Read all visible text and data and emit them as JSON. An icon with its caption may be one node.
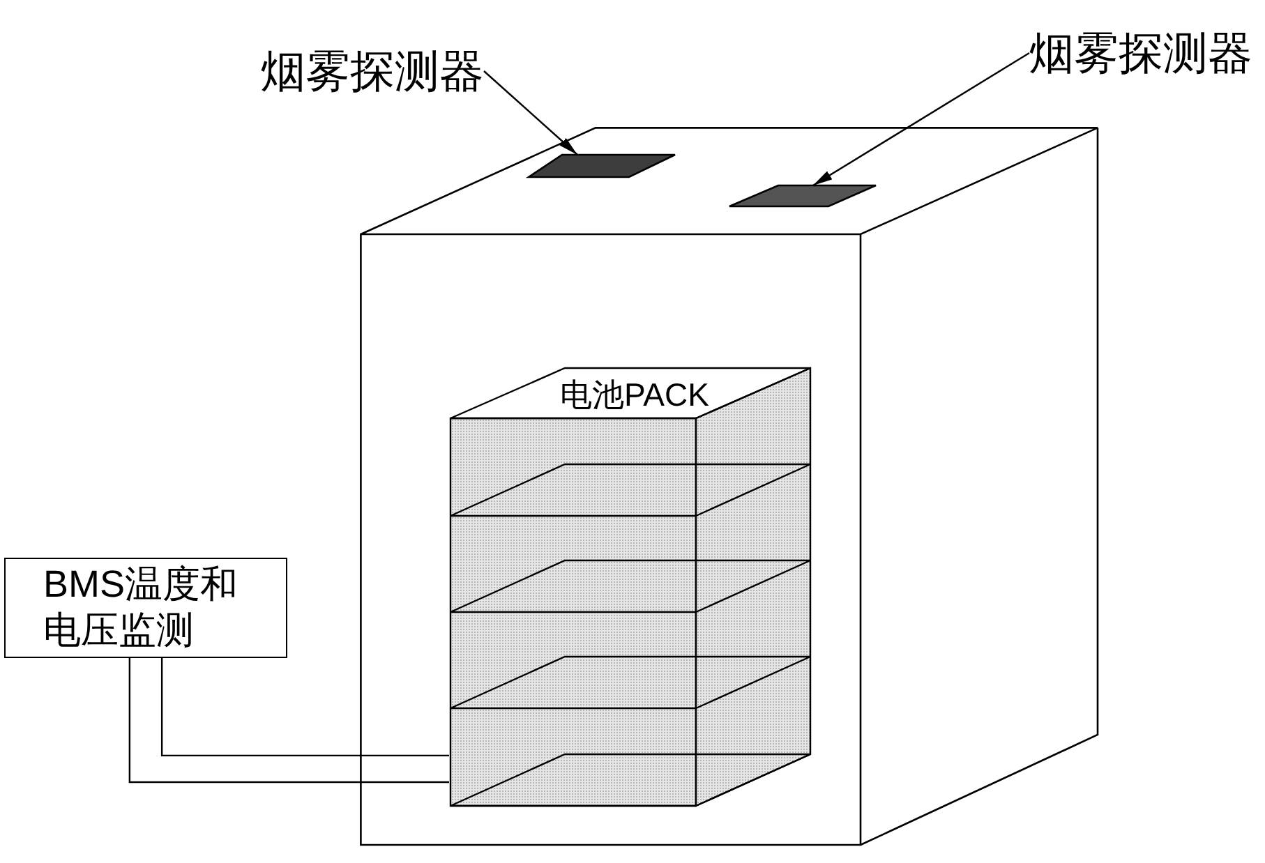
{
  "diagram": {
    "nodes": [
      {
        "text": [
          "烟雾探测器"
        ]
      },
      {
        "text": [
          "烟雾探测器"
        ]
      },
      {
        "text": [],
        "shape": "box"
      },
      {
        "text": [],
        "shape": "box",
        "in": 2
      },
      {
        "text": [],
        "shape": "box",
        "in": 2
      },
      {
        "text": [
          "电池PACK"
        ],
        "in": 2
      },
      {
        "text": [
          "BMS温度和电压监测"
        ]
      }
    ],
    "edges": [
      {
        "from": 0,
        "to": 3,
        "arrow": "to"
      },
      {
        "from": 1,
        "to": 4,
        "arrow": "to"
      },
      {
        "from": 6,
        "to": 5,
        "arrow": "none"
      },
      {
        "from": 6,
        "to": 5,
        "arrow": "none"
      }
    ]
  }
}
